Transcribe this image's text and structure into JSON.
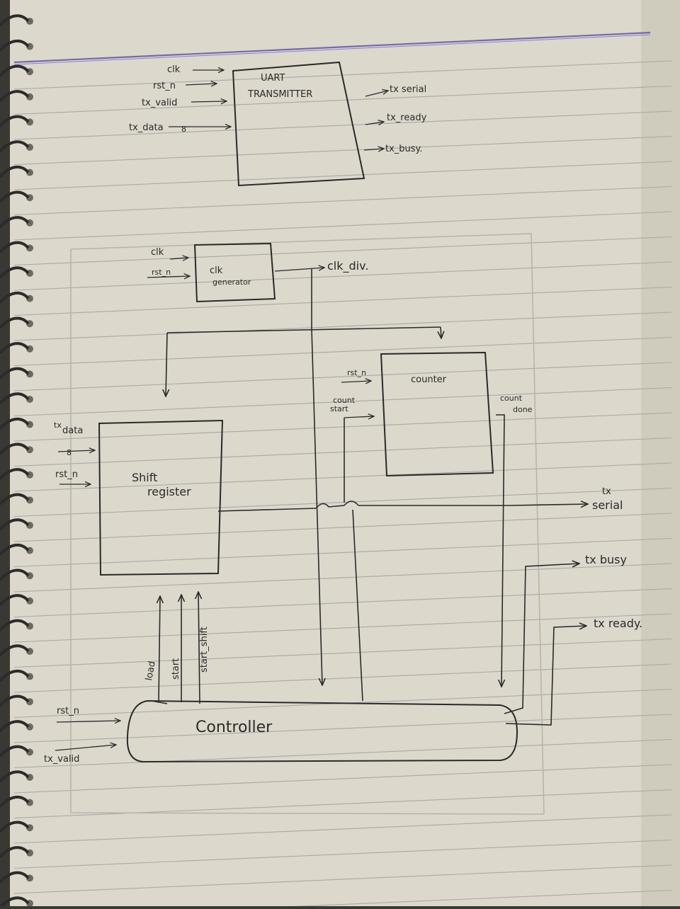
{
  "top_block": {
    "title_line1": "UART",
    "title_line2": "TRANSMITTER",
    "inputs": [
      "clk",
      "rst_n",
      "tx_valid",
      "tx_data"
    ],
    "tx_data_width": "8",
    "outputs": [
      "tx serial",
      "tx_ready",
      "tx_busy."
    ]
  },
  "clk_gen": {
    "label_line1": "clk",
    "label_line2": "generator",
    "inputs": [
      "clk",
      "rst_n"
    ],
    "output": "clk_div."
  },
  "counter": {
    "label": "counter",
    "inputs": [
      "rst_n",
      "count",
      "start"
    ],
    "output_line1": "count",
    "output_line2": "done"
  },
  "shift_register": {
    "label_line1": "Shift",
    "label_line2": "register",
    "inputs": [
      "tx",
      "data",
      "8",
      "rst_n"
    ]
  },
  "controller": {
    "label": "Controller",
    "inputs": [
      "rst_n",
      "tx_valid"
    ],
    "control_signals": [
      "load",
      "start",
      "start_shift"
    ]
  },
  "outputs": {
    "tx_prefix": "tx",
    "serial": "serial",
    "busy": "tx busy",
    "ready": "tx ready."
  }
}
